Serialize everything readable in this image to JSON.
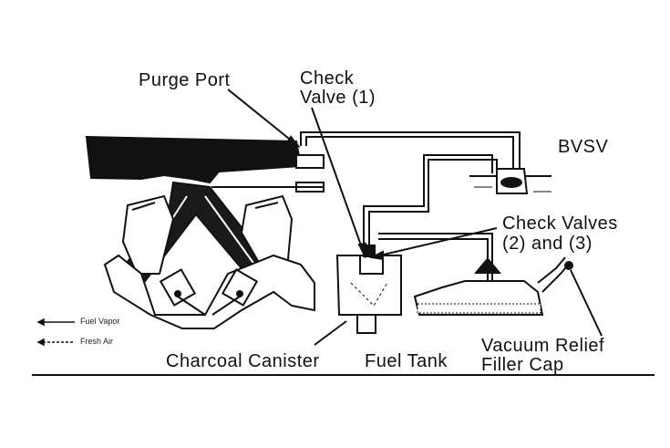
{
  "labels": {
    "purge_port": "Purge Port",
    "check_valve_1_line1": "Check",
    "check_valve_1_line2": "Valve (1)",
    "bvsv": "BVSV",
    "check_valves_line1": "Check Valves",
    "check_valves_line2": "(2) and (3)",
    "charcoal_canister": "Charcoal Canister",
    "fuel_tank": "Fuel Tank",
    "vacuum_relief_line1": "Vacuum Relief",
    "vacuum_relief_line2": "Filler Cap"
  },
  "legend": {
    "fuel_vapor": "Fuel Vapor",
    "fresh_air": "Fresh Air"
  }
}
